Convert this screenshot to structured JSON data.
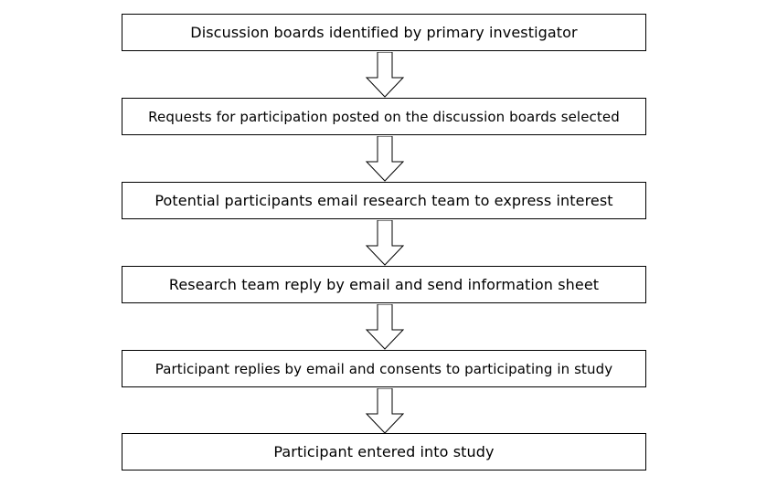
{
  "flowchart": {
    "steps": [
      {
        "label": "Discussion boards identified by primary investigator"
      },
      {
        "label": "Requests for participation posted on the discussion boards selected"
      },
      {
        "label": "Potential participants email research team to express interest"
      },
      {
        "label": "Research team reply by email and send information sheet"
      },
      {
        "label": "Participant replies by email and consents to participating in study"
      },
      {
        "label": "Participant entered into study"
      }
    ]
  },
  "colors": {
    "stroke": "#000000",
    "fill": "#ffffff"
  }
}
